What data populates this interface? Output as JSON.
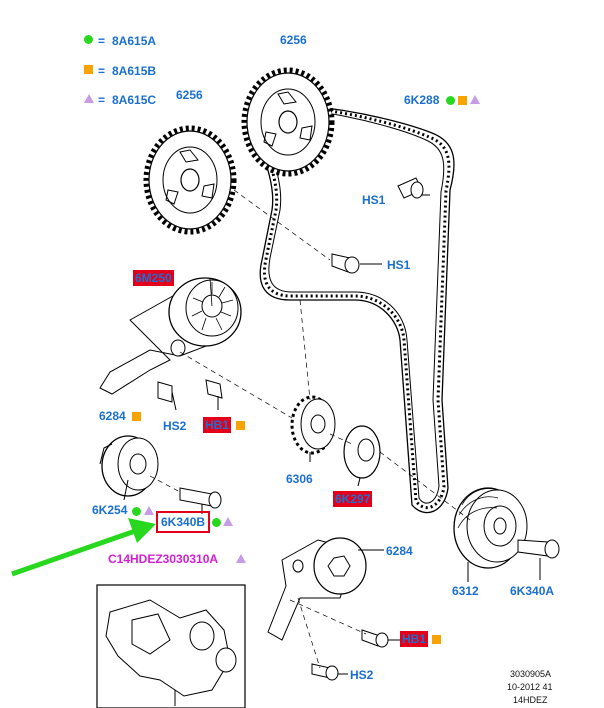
{
  "legend": [
    {
      "symbol": "green-dot",
      "eq": "=",
      "code": "8A615A"
    },
    {
      "symbol": "orange-square",
      "eq": "=",
      "code": "8A615B"
    },
    {
      "symbol": "purple-triangle",
      "eq": "=",
      "code": "8A615C"
    }
  ],
  "labels": {
    "sprocket_top": "6256",
    "sprocket_left": "6256",
    "belt": "6K288",
    "hs1_upper": "HS1",
    "hs1_lower": "HS1",
    "tensioner_upper": "6M250",
    "bracket": "6284",
    "hs2_upper": "HS2",
    "hb1_upper": "HB1",
    "idler": "6K254",
    "bolt_6k340b": "6K340B",
    "crank_sprocket": "6306",
    "crank_washer": "6K297",
    "tensioner_lower": "6284",
    "bolt_6k340a": "6K340A",
    "pulley": "6312",
    "hb1_lower": "HB1",
    "hs2_lower": "HS2",
    "callout": "C14HDEZ3030310A"
  },
  "colors": {
    "label_blue": "#1a6fd1",
    "highlight_red": "#e4001b",
    "callout_magenta": "#d21fd2",
    "arrow_green": "#27d81e",
    "legend_green": "#27d81e",
    "legend_orange": "#f7a400",
    "legend_purple": "#c79be6"
  },
  "reference": {
    "line1": "3030905A",
    "line2": "10-2012 41",
    "line3": "14HDEZ"
  }
}
